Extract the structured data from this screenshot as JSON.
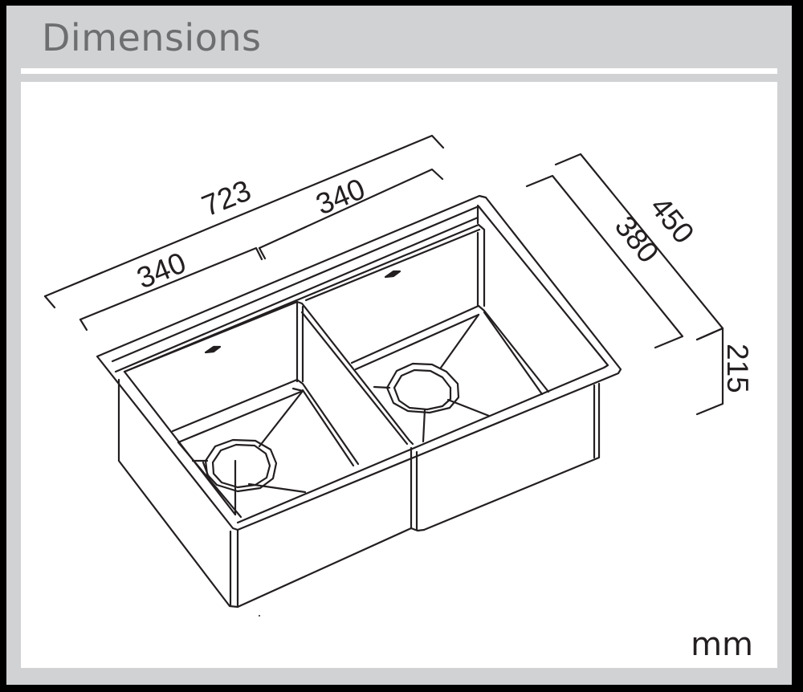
{
  "header": {
    "title": "Dimensions"
  },
  "drawing": {
    "subject": "double-bowl undermount kitchen sink (isometric line drawing)",
    "dimensions": {
      "overall_width": "723",
      "left_bowl_width": "340",
      "right_bowl_width": "340",
      "overall_depth": "450",
      "bowl_depth": "380",
      "height": "215"
    },
    "unit": "mm"
  },
  "colors": {
    "outer_border": "#000000",
    "frame": "#d1d2d4",
    "title_text": "#6d6e70",
    "drawing_lines": "#231f20",
    "canvas": "#ffffff"
  }
}
